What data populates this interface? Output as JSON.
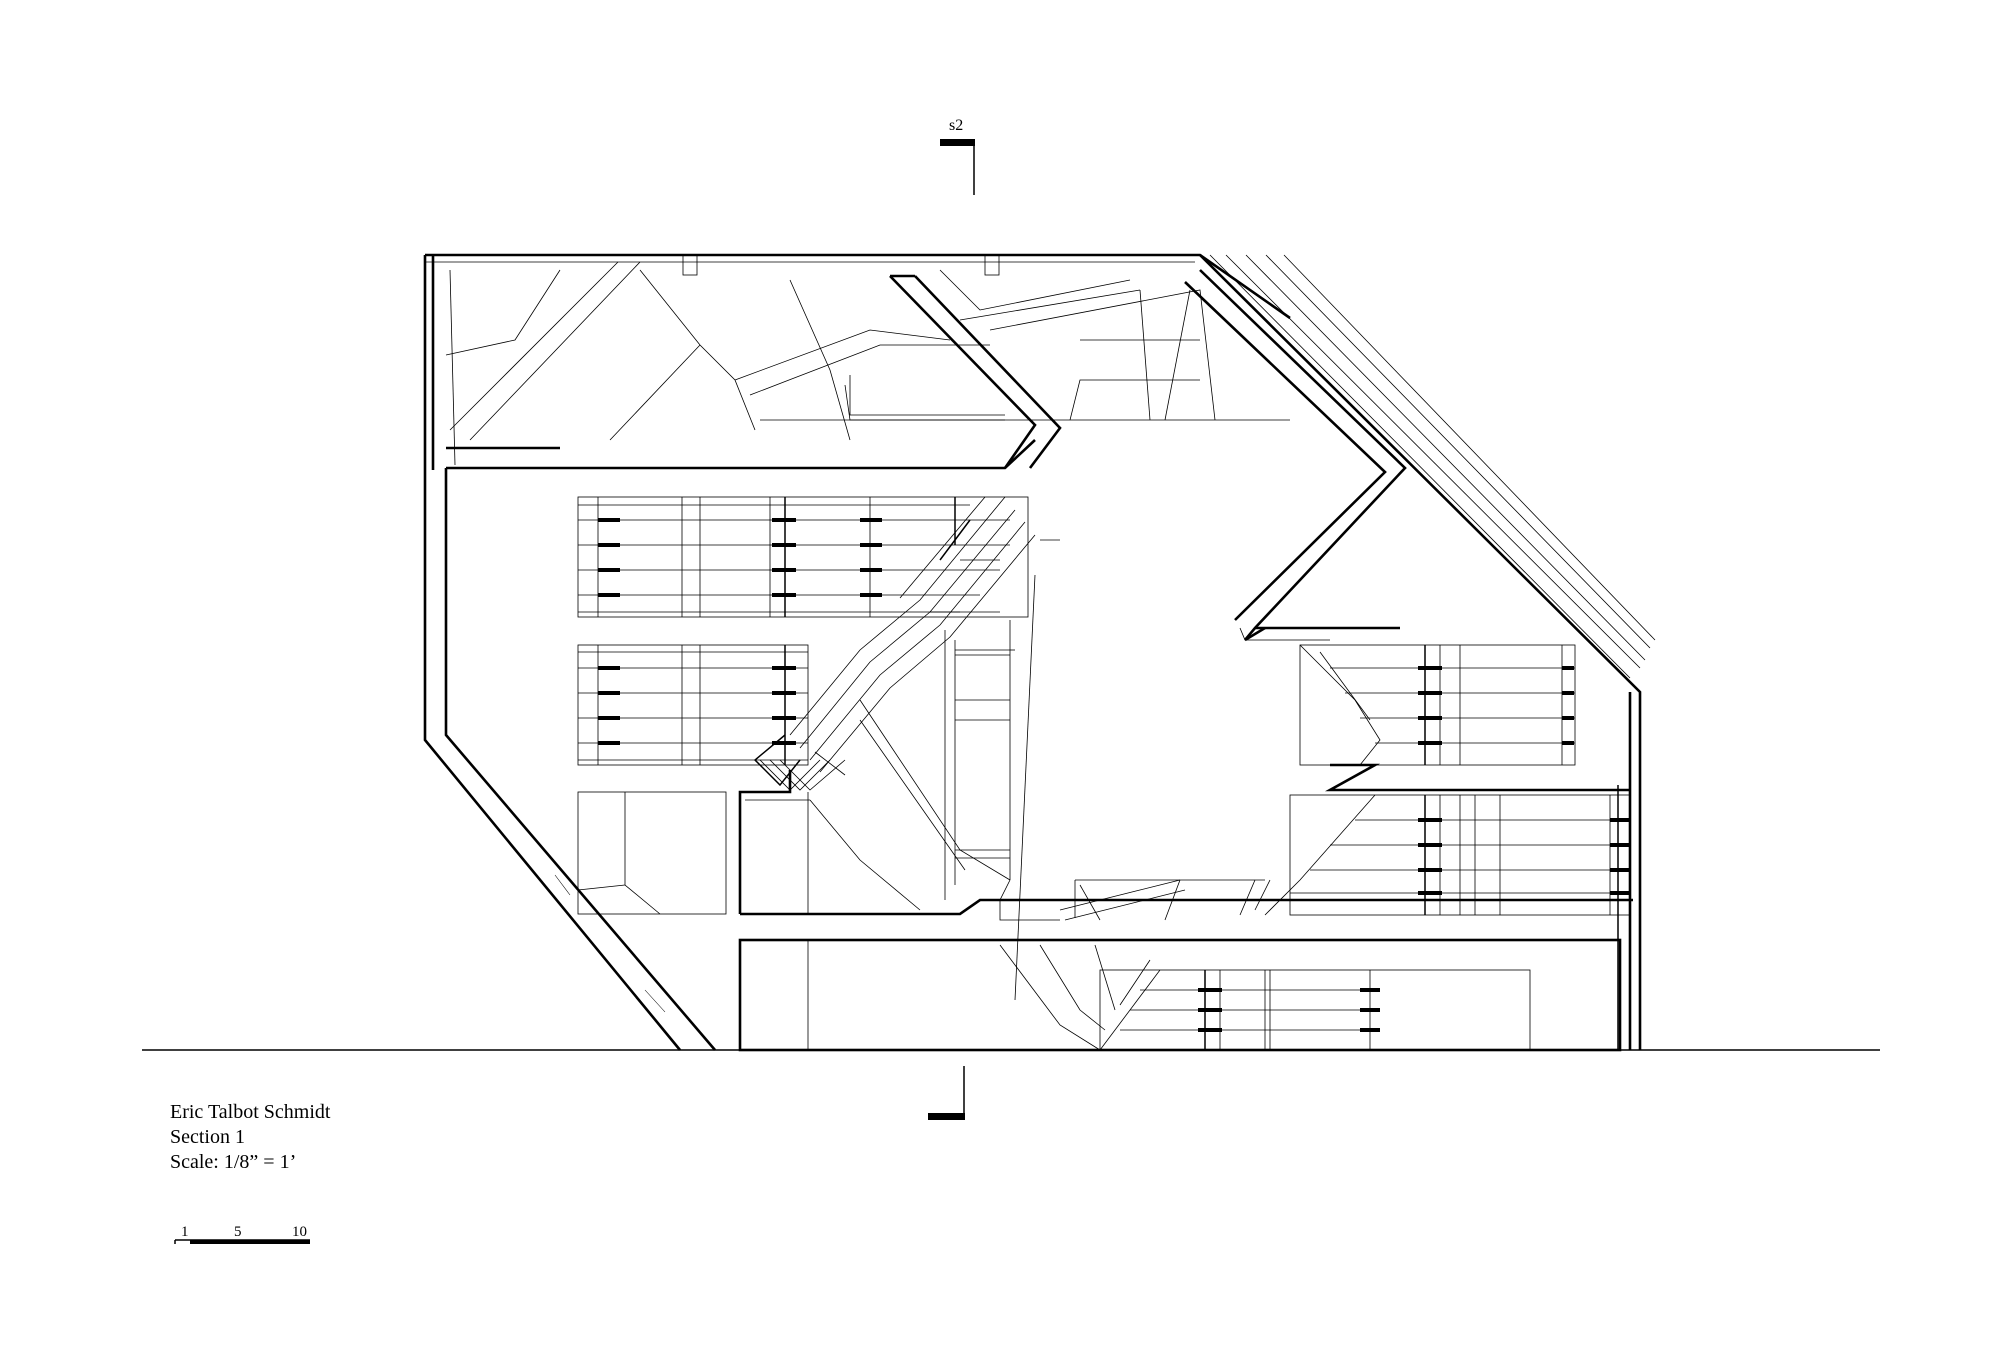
{
  "section_marker_top": {
    "label": "s2"
  },
  "title_block": {
    "author": "Eric Talbot Schmidt",
    "sheet": "Section 1",
    "scale": "Scale: 1/8” = 1’"
  },
  "scale_bar": {
    "ticks": [
      "1",
      "5",
      "10"
    ]
  }
}
